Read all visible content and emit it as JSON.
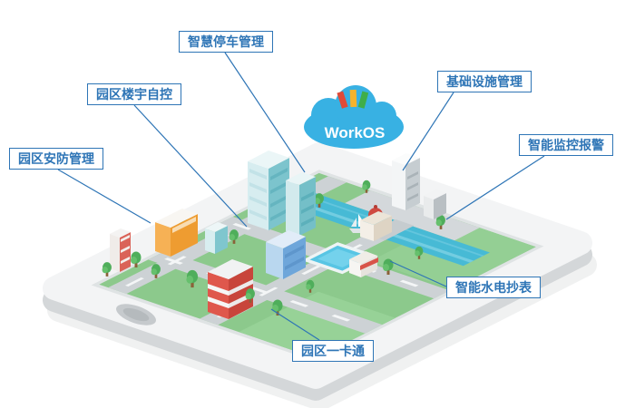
{
  "cloud": {
    "name": "WorkOS"
  },
  "labels": {
    "parking": "智慧停车管理",
    "building_automation": "园区楼宇自控",
    "security": "园区安防管理",
    "infrastructure": "基础设施管理",
    "monitoring": "智能监控报警",
    "metering": "智能水电抄表",
    "onecard": "园区一卡通"
  },
  "colors": {
    "label_blue": "#2e75b6",
    "cloud_blue": "#38b1e3",
    "logo_red": "#e04a38",
    "logo_yellow": "#f6b32c",
    "logo_green": "#3fae49",
    "grass_green": "#8cc98c",
    "water_teal": "#47bad5"
  },
  "icons": {
    "cloud": "cloud-icon",
    "logo": "workos-logo-icon",
    "home_button": "home-button-icon",
    "boat": "boat-icon",
    "tree": "tree-icon"
  }
}
